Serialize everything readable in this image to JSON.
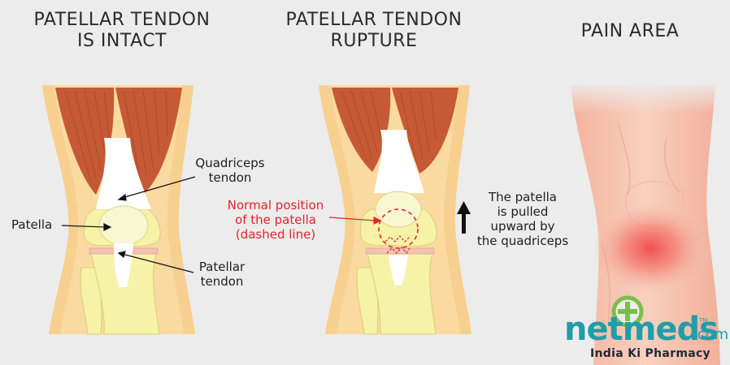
{
  "titles": {
    "intact_line1": "PATELLAR TENDON",
    "intact_line2": "IS INTACT",
    "rupture_line1": "PATELLAR TENDON",
    "rupture_line2": "RUPTURE",
    "pain": "PAIN AREA"
  },
  "labels": {
    "quadriceps_line1": "Quadriceps",
    "quadriceps_line2": "tendon",
    "patella": "Patella",
    "patellar_tendon_line1": "Patellar",
    "patellar_tendon_line2": "tendon",
    "normal_line1": "Normal position",
    "normal_line2": "of the patella",
    "normal_line3": "(dashed line)",
    "pulled_line1": "The patella",
    "pulled_line2": "is pulled",
    "pulled_line3": "upward by",
    "pulled_line4": "the quadriceps"
  },
  "logo": {
    "word": "netmeds",
    "suffix": ".com",
    "tm": "TM",
    "tagline": "India Ki Pharmacy"
  },
  "colors": {
    "background": "#ececec",
    "skin": "#f7d08f",
    "muscle": "#c65a36",
    "bone": "#f6f2a8",
    "tendon": "#ffffff",
    "red_label": "#e0262a",
    "pain_skin": "#f6c4b0",
    "logo_teal": "#1f9eaa",
    "logo_green": "#7bc043"
  }
}
